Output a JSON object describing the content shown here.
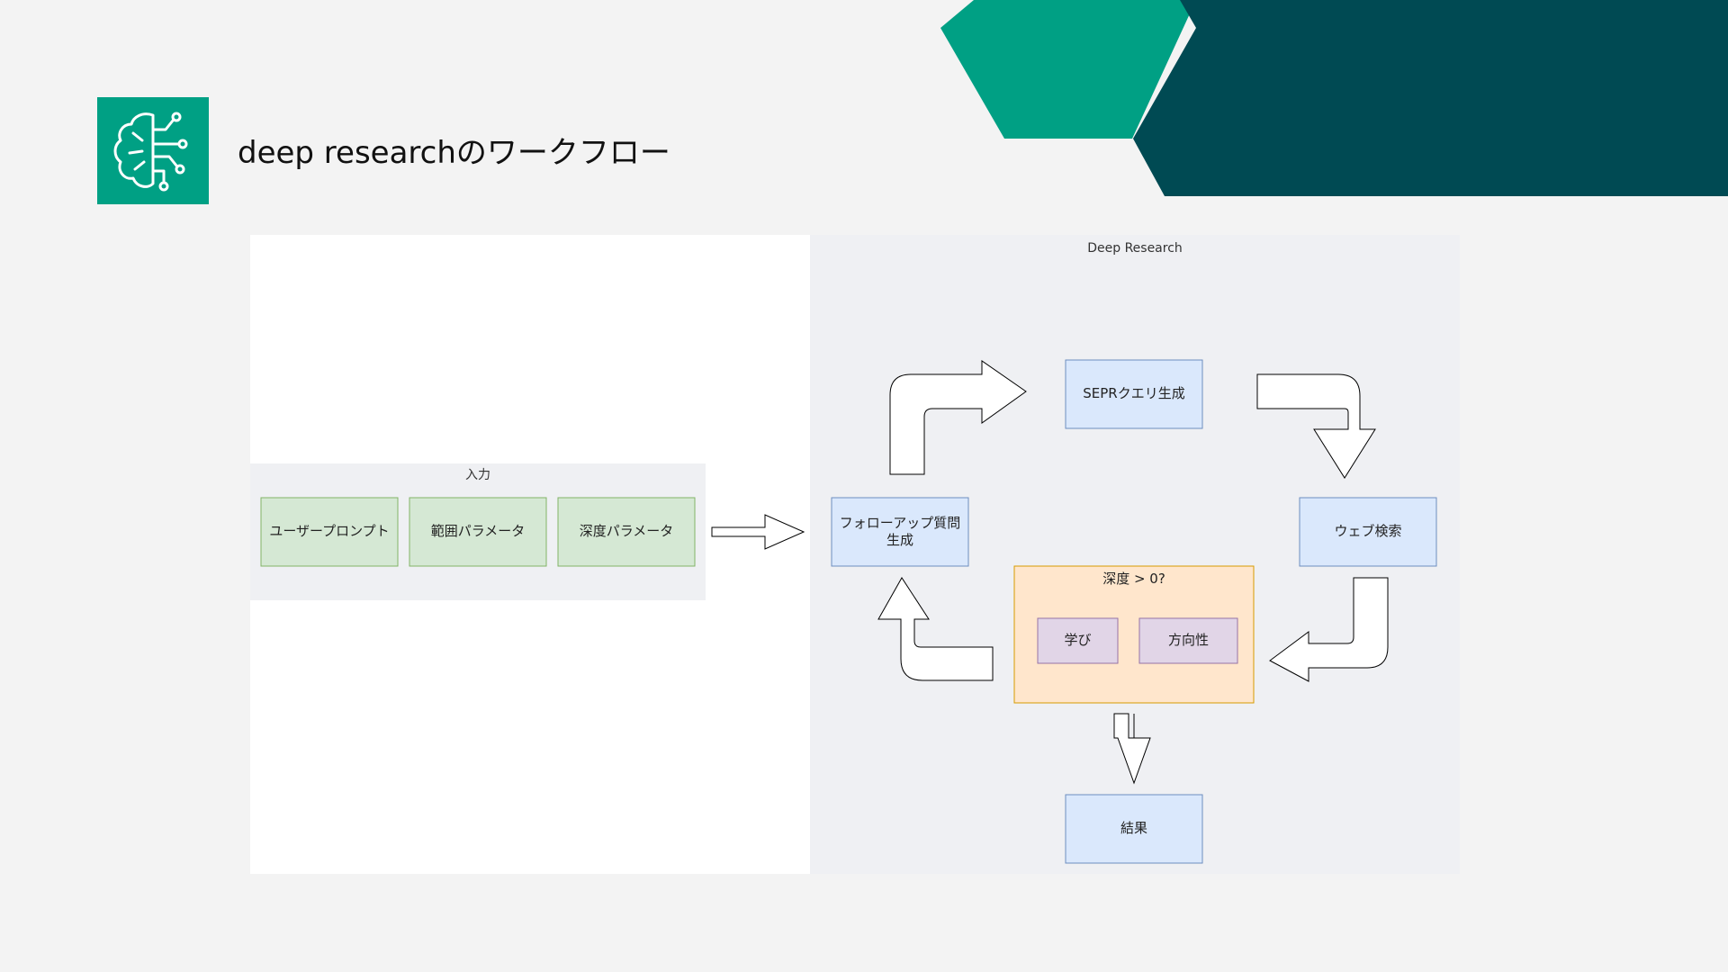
{
  "slide": {
    "title": "deep researchのワークフロー",
    "accent_colors": {
      "green": "#00a084",
      "dark_teal": "#004a53"
    },
    "logo_icon": "brain-circuit-icon"
  },
  "diagram": {
    "input_group": {
      "label": "入力",
      "items": [
        "ユーザープロンプト",
        "範囲パラメータ",
        "深度パラメータ"
      ]
    },
    "research_group": {
      "label": "Deep Research",
      "nodes": {
        "query": "SEPRクエリ生成",
        "search": "ウェブ検索",
        "followup": "フォローアップ質問\n生成",
        "depth_check": "深度 > 0?",
        "learning": "学び",
        "direction": "方向性",
        "result": "結果"
      }
    },
    "colors": {
      "input_box_fill": "#d5e8d4",
      "input_box_stroke": "#82b366",
      "blue_fill": "#dae8fc",
      "blue_stroke": "#6c8ebf",
      "orange_fill": "#ffe6cc",
      "orange_stroke": "#d79b00",
      "purple_fill": "#e1d5e7",
      "purple_stroke": "#9673a6",
      "group_fill": "#eff0f3"
    }
  }
}
